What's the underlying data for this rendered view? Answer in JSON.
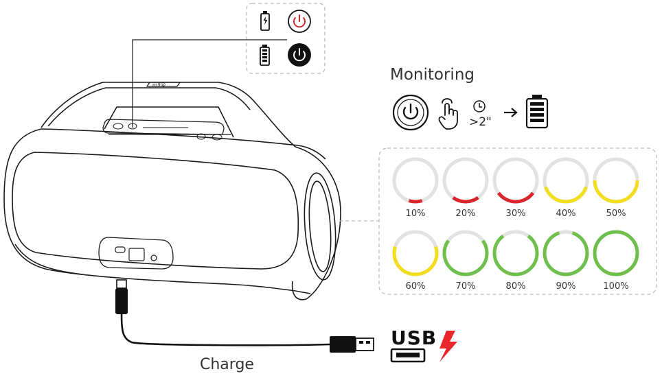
{
  "monitoring": {
    "title": "Monitoring",
    "duration": ">2\""
  },
  "charge": {
    "label": "Charge",
    "usb_label": "USB"
  },
  "battery_levels": {
    "items": [
      {
        "label": "10%",
        "fraction": 0.1,
        "color": "#d9262c"
      },
      {
        "label": "20%",
        "fraction": 0.2,
        "color": "#d9262c"
      },
      {
        "label": "30%",
        "fraction": 0.3,
        "color": "#d9262c"
      },
      {
        "label": "40%",
        "fraction": 0.4,
        "color": "#f2dd1e"
      },
      {
        "label": "50%",
        "fraction": 0.5,
        "color": "#f2dd1e"
      },
      {
        "label": "60%",
        "fraction": 0.6,
        "color": "#f2dd1e"
      },
      {
        "label": "70%",
        "fraction": 0.7,
        "color": "#6ebf4b"
      },
      {
        "label": "80%",
        "fraction": 0.8,
        "color": "#6ebf4b"
      },
      {
        "label": "90%",
        "fraction": 0.9,
        "color": "#6ebf4b"
      },
      {
        "label": "100%",
        "fraction": 1.0,
        "color": "#6ebf4b"
      }
    ],
    "track_color": "#e2e2e2"
  },
  "colors": {
    "power_red": "#d9262c",
    "lightning_red": "#e8262c",
    "line": "#1a1a1a",
    "callout_dash": "#bbbbbb"
  },
  "icons": [
    "battery-charging-icon",
    "power-red-icon",
    "battery-full-icon",
    "power-filled-icon",
    "power-button-icon",
    "tap-hand-icon",
    "clock-icon",
    "arrow-right-icon",
    "lightning-icon",
    "usb-port-icon"
  ]
}
